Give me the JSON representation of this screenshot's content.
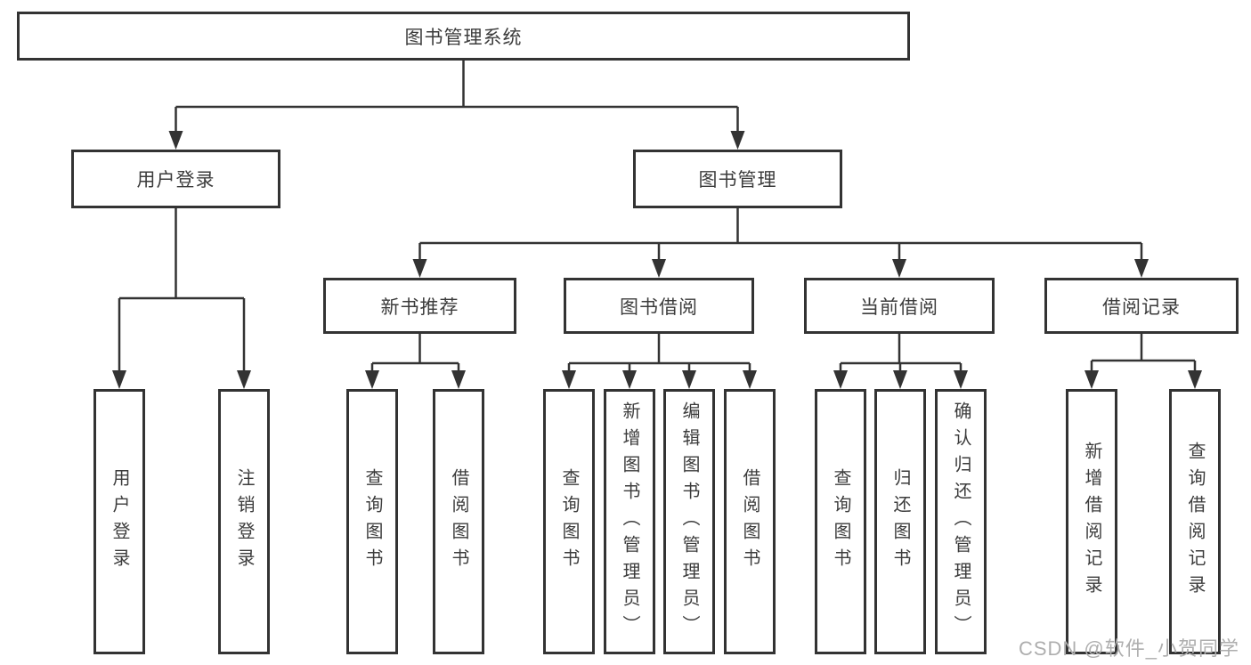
{
  "diagram": {
    "type": "hierarchy-tree",
    "colors": {
      "line": "#333333",
      "box_border": "#333333",
      "text": "#3c3c3c",
      "watermark": "#aeaeae",
      "background": "#ffffff"
    },
    "tree": {
      "root": "图书管理系统",
      "children": [
        {
          "label": "用户登录",
          "children": [
            "用户登录",
            "注销登录"
          ]
        },
        {
          "label": "图书管理",
          "children": [
            {
              "label": "新书推荐",
              "children": [
                "查询图书",
                "借阅图书"
              ]
            },
            {
              "label": "图书借阅",
              "children": [
                "查询图书",
                "新增图书（管理员）",
                "编辑图书（管理员）",
                "借阅图书"
              ]
            },
            {
              "label": "当前借阅",
              "children": [
                "查询图书",
                "归还图书",
                "确认归还（管理员）"
              ]
            },
            {
              "label": "借阅记录",
              "children": [
                "新增借阅记录",
                "查询借阅记录"
              ]
            }
          ]
        }
      ]
    },
    "watermark": {
      "text": "CSDN @软件_小贺同学"
    }
  }
}
